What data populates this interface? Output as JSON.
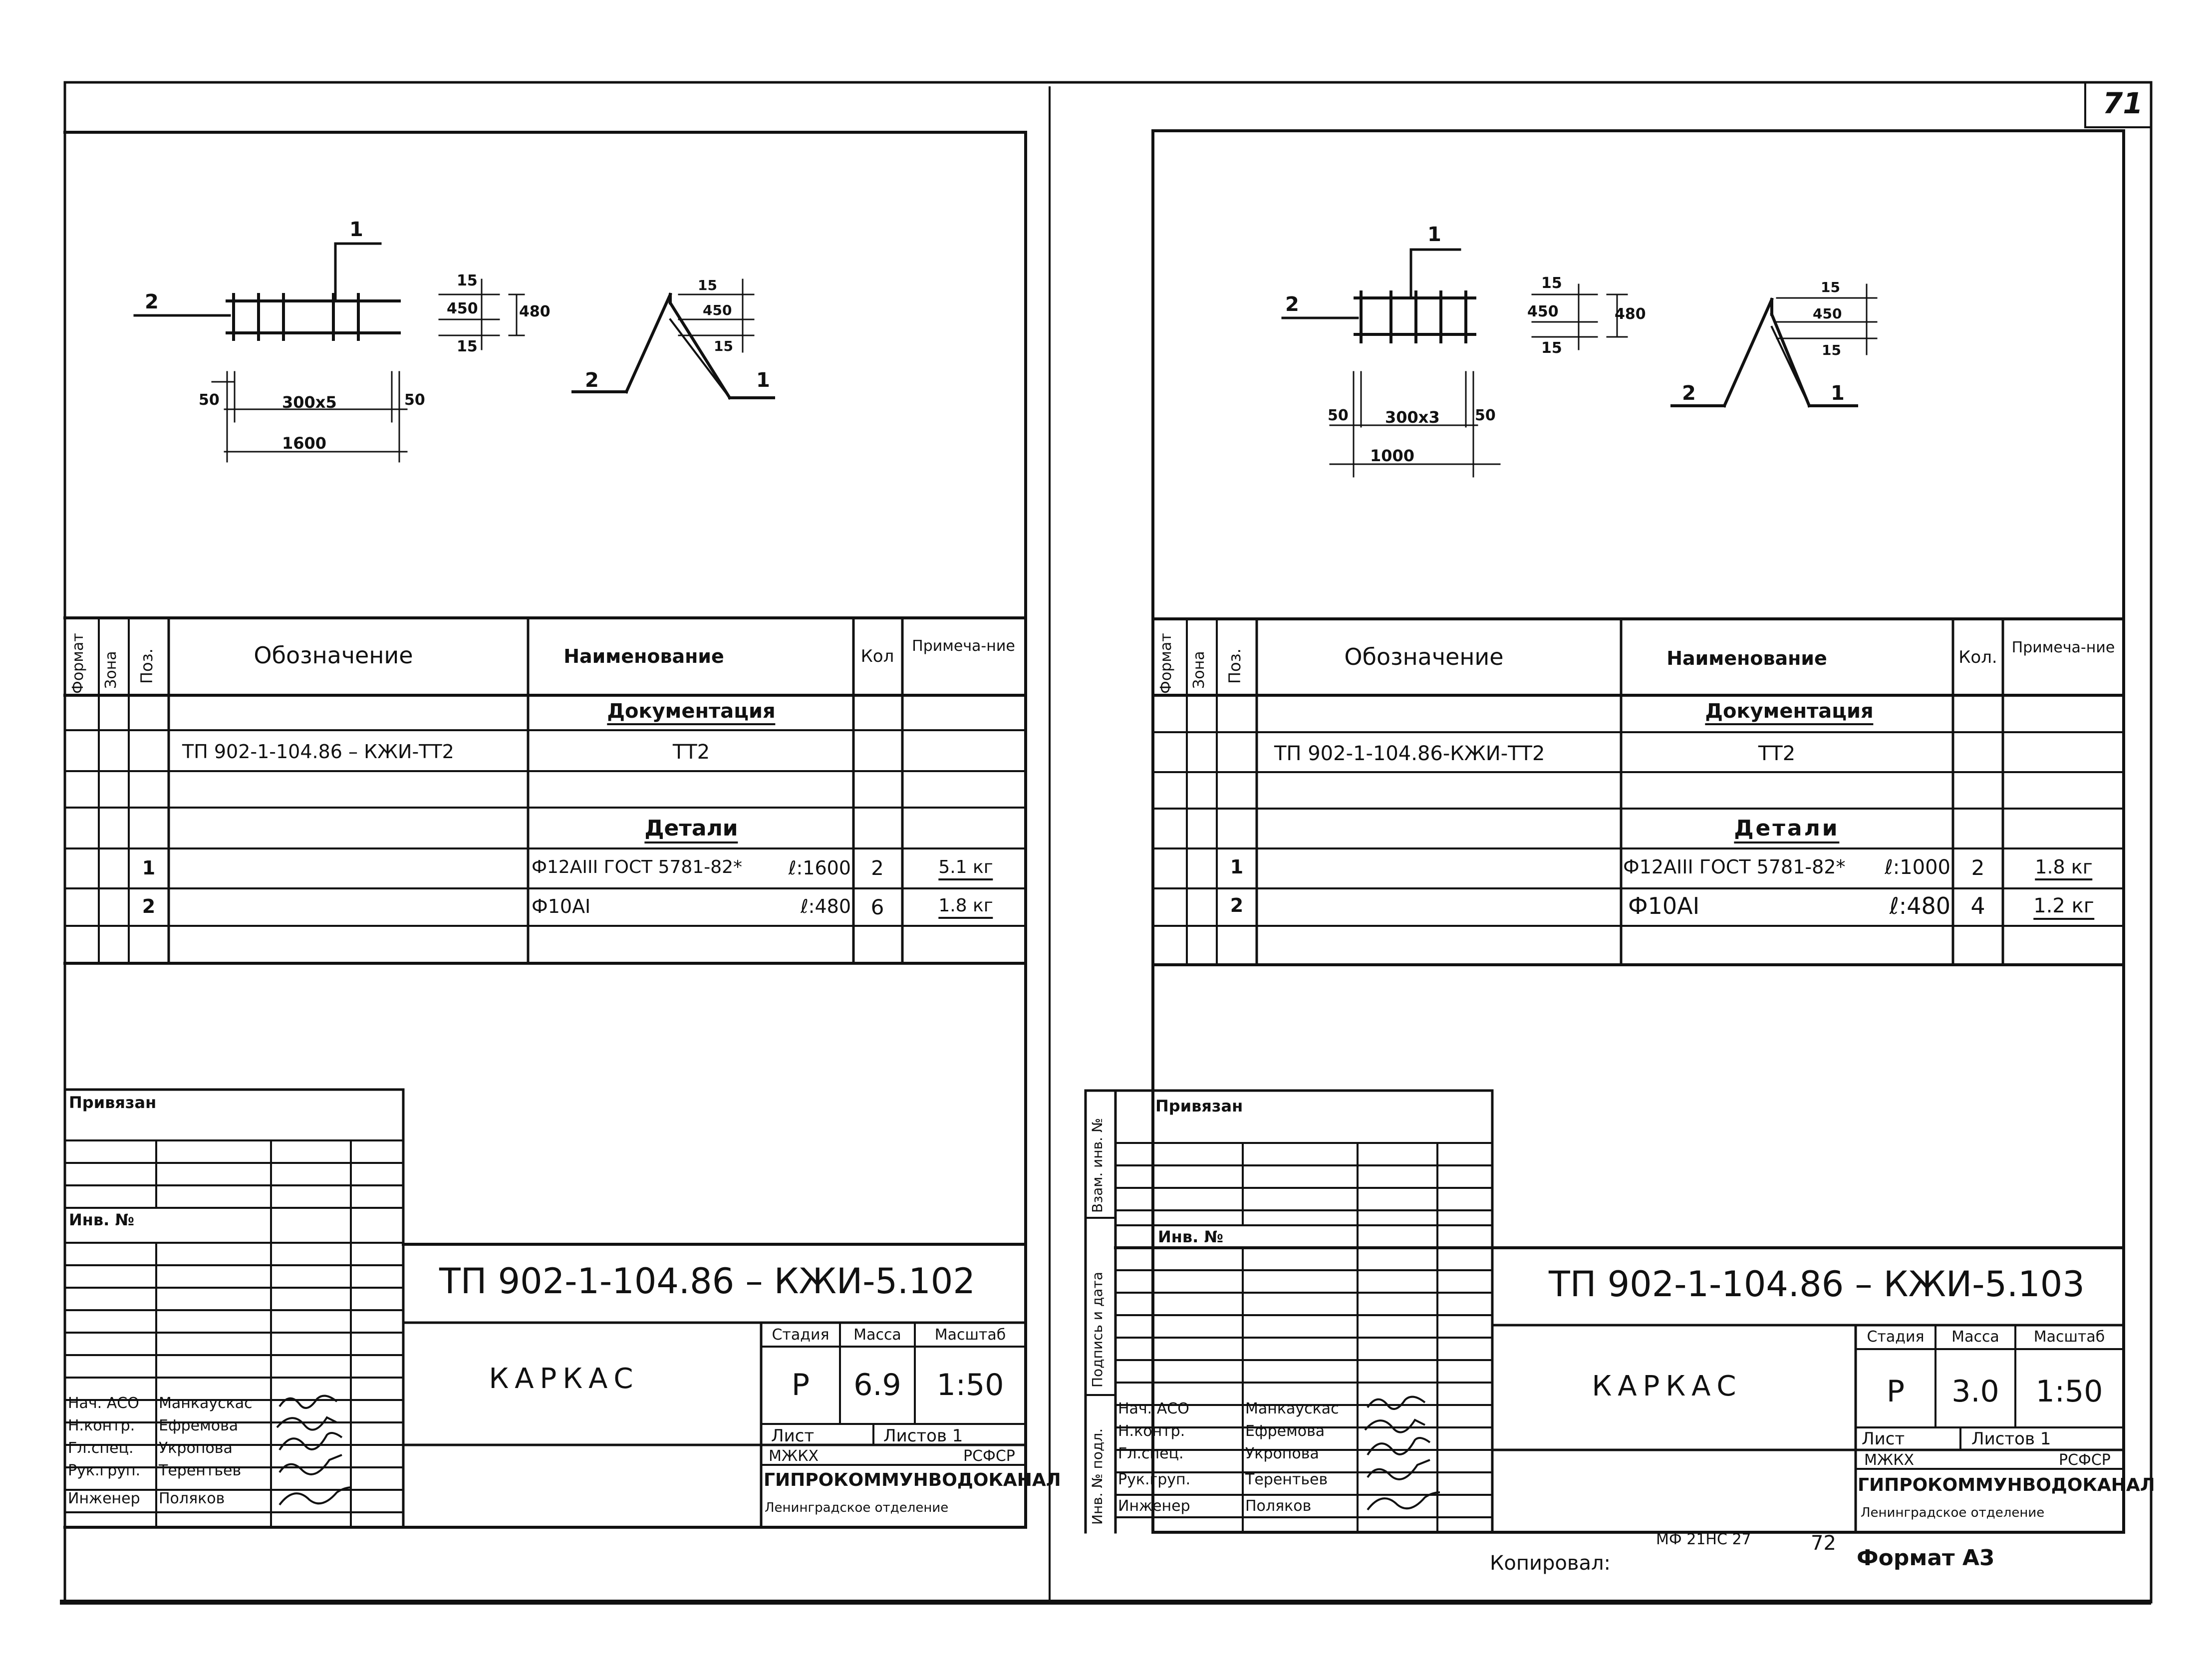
{
  "page_number": "71",
  "footer": {
    "copied": "Копировал:",
    "order_code": "МФ 21НС 27",
    "order_num": "72",
    "format_label": "Формат А3"
  },
  "colors": {
    "ink": "#111111",
    "paper": "#ffffff"
  },
  "sheets": [
    {
      "drawing": {
        "mark1": "1",
        "mark2": "2",
        "dim_15": "15",
        "dim_450": "450",
        "dim_480": "480",
        "dim_50": "50",
        "dim_spacing": "300x5",
        "dim_total": "1600"
      },
      "spec": {
        "headers": {
          "format": "Формат",
          "zone": "Зона",
          "pos": "Поз.",
          "designation": "Обозначение",
          "name": "Наименование",
          "qty": "Кол",
          "note": "Примеча-ние"
        },
        "doc_section": "Документация",
        "doc_code": "ТП 902-1-104.86 – КЖИ-ТТ2",
        "doc_name": "ТТ2",
        "details_section": "Детали",
        "rows": [
          {
            "pos": "1",
            "name": "Ф12АIII ГОСТ 5781-82*",
            "len": "ℓ:1600",
            "qty": "2",
            "note": "5.1 кг"
          },
          {
            "pos": "2",
            "name": "Ф10АI",
            "len": "ℓ:480",
            "qty": "6",
            "note": "1.8 кг"
          }
        ]
      },
      "title_block": {
        "bound": "Привязан",
        "inv": "Инв. №",
        "code": "ТП 902-1-104.86 – КЖИ-5.102",
        "object": "КАРКАС",
        "stage_h": "Стадия",
        "mass_h": "Масса",
        "scale_h": "Масштаб",
        "stage": "Р",
        "mass": "6.9",
        "scale": "1:50",
        "sheet_h": "Лист",
        "sheets_h": "Листов 1",
        "org1": "МЖКХ",
        "org2": "РСФСР",
        "org3": "ГИПРОКОММУНВОДОКАНАЛ",
        "org4": "Ленинградское отделение",
        "staff": [
          {
            "role": "Нач. АСО",
            "name": "Манкаускас"
          },
          {
            "role": "Н.контр.",
            "name": "Ефремова"
          },
          {
            "role": "Гл.спец.",
            "name": "Укропова"
          },
          {
            "role": "Рук.груп.",
            "name": "Терентьев"
          },
          {
            "role": "Инженер",
            "name": "Поляков"
          }
        ]
      }
    },
    {
      "drawing": {
        "mark1": "1",
        "mark2": "2",
        "dim_15": "15",
        "dim_450": "450",
        "dim_480": "480",
        "dim_50": "50",
        "dim_spacing": "300x3",
        "dim_total": "1000"
      },
      "spec": {
        "headers": {
          "format": "Формат",
          "zone": "Зона",
          "pos": "Поз.",
          "designation": "Обозначение",
          "name": "Наименование",
          "qty": "Кол.",
          "note": "Примеча-ние"
        },
        "doc_section": "Документация",
        "doc_code": "ТП 902-1-104.86-КЖИ-ТТ2",
        "doc_name": "ТТ2",
        "details_section": "Детали",
        "rows": [
          {
            "pos": "1",
            "name": "Ф12АIII ГОСТ 5781-82*",
            "len": "ℓ:1000",
            "qty": "2",
            "note": "1.8 кг"
          },
          {
            "pos": "2",
            "name": "Ф10АI",
            "len": "ℓ:480",
            "qty": "4",
            "note": "1.2 кг"
          }
        ]
      },
      "title_block": {
        "bound": "Привязан",
        "inv": "Инв. №",
        "side1": "Взам. инв. №",
        "side2": "Подпись и дата",
        "side3": "Инв. № подл.",
        "code": "ТП 902-1-104.86 – КЖИ-5.103",
        "object": "КАРКАС",
        "stage_h": "Стадия",
        "mass_h": "Масса",
        "scale_h": "Масштаб",
        "stage": "Р",
        "mass": "3.0",
        "scale": "1:50",
        "sheet_h": "Лист",
        "sheets_h": "Листов 1",
        "org1": "МЖКХ",
        "org2": "РСФСР",
        "org3": "ГИПРОКОММУНВОДОКАНАЛ",
        "org4": "Ленинградское отделение",
        "staff": [
          {
            "role": "Нач. АСО",
            "name": "Манкаускас"
          },
          {
            "role": "Н.контр.",
            "name": "Ефремова"
          },
          {
            "role": "Гл.спец.",
            "name": "Укропова"
          },
          {
            "role": "Рук.груп.",
            "name": "Терентьев"
          },
          {
            "role": "Инженер",
            "name": "Поляков"
          }
        ]
      }
    }
  ]
}
